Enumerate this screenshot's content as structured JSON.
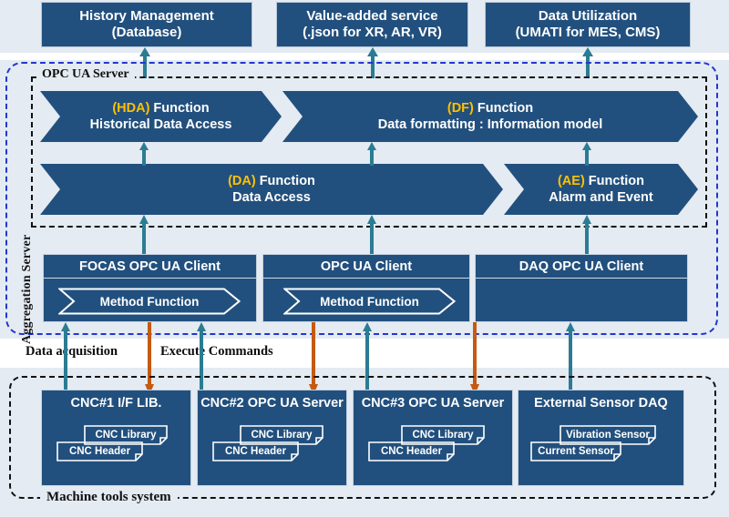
{
  "colors": {
    "navy": "#22507E",
    "gold": "#FFC000",
    "teal_arrow": "#2B7C93",
    "orange_arrow": "#C55A11",
    "agg_border": "#2237CF",
    "dashed_black": "#111111",
    "band_bg": "#E4EBF2"
  },
  "top_consumers": [
    {
      "line1": "History Management",
      "line2": "(Database)"
    },
    {
      "line1": "Value-added service",
      "line2": "(.json for XR, AR, VR)"
    },
    {
      "line1": "Data Utilization",
      "line2": "(UMATI for MES, CMS)"
    }
  ],
  "aggregation_server": {
    "label": "Aggregation Server",
    "opc_ua_server": {
      "label": "OPC UA Server",
      "functions_row1": [
        {
          "code": "(HDA)",
          "suffix": " Function",
          "line2": "Historical Data Access"
        },
        {
          "code": "(DF)",
          "suffix": " Function",
          "line2": "Data formatting : Information model"
        }
      ],
      "functions_row2": [
        {
          "code": "(DA)",
          "suffix": " Function",
          "line2": "Data Access"
        },
        {
          "code": "(AE)",
          "suffix": " Function",
          "line2": "Alarm and Event"
        }
      ]
    },
    "clients": [
      {
        "title": "FOCAS OPC UA Client",
        "method": "Method Function",
        "has_method": true
      },
      {
        "title": "OPC UA Client",
        "method": "Method Function",
        "has_method": true
      },
      {
        "title": "DAQ OPC UA Client",
        "method": "",
        "has_method": false
      }
    ]
  },
  "flow_labels": {
    "data_acquisition": "Data acquisition",
    "execute_commands": "Execute Commands"
  },
  "machine_tools": {
    "label": "Machine tools system",
    "devices": [
      {
        "title": "CNC#1 I/F LIB.",
        "doc_top": "CNC  Library",
        "doc_bottom": "CNC  Header"
      },
      {
        "title": "CNC#2 OPC UA Server",
        "doc_top": "CNC  Library",
        "doc_bottom": "CNC Header"
      },
      {
        "title": "CNC#3 OPC UA Server",
        "doc_top": "CNC  Library",
        "doc_bottom": "CNC Header"
      },
      {
        "title": "External Sensor DAQ",
        "doc_top": "Vibration Sensor",
        "doc_bottom": "Current Sensor"
      }
    ]
  }
}
